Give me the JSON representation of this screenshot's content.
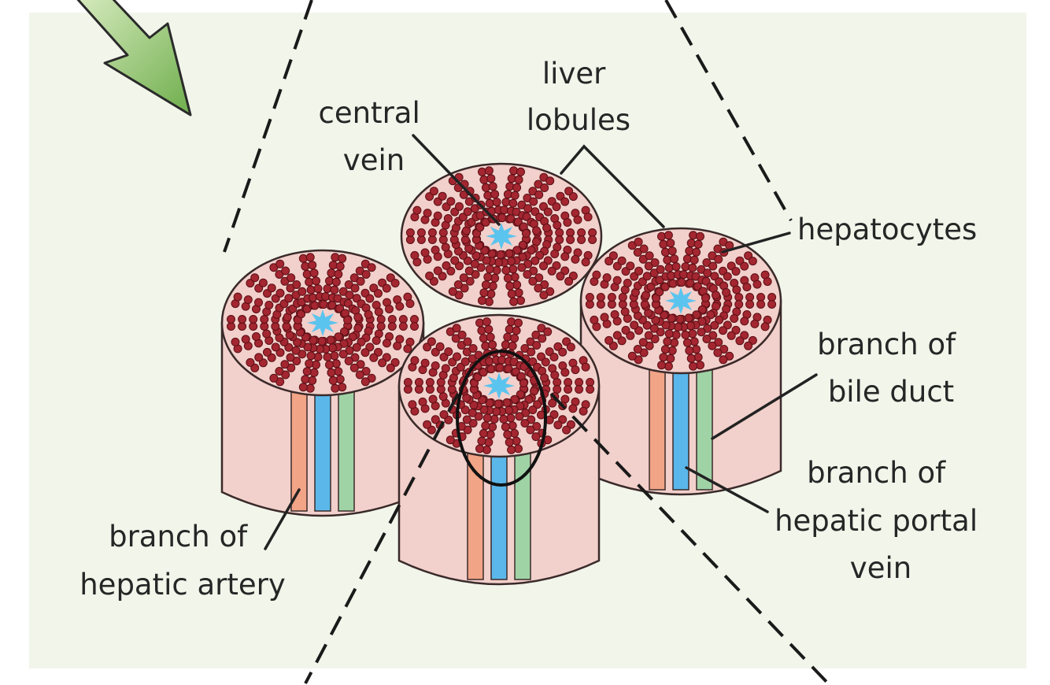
{
  "labels": {
    "liver_lobules": [
      "liver",
      "lobules"
    ],
    "central_vein": [
      "central",
      "vein"
    ],
    "hepatocytes": [
      "hepatocytes"
    ],
    "bile_duct": [
      "branch of",
      "bile duct"
    ],
    "portal_vein": [
      "branch of",
      "hepatic portal",
      "vein"
    ],
    "hepatic_artery": [
      "branch of",
      "hepatic artery"
    ]
  },
  "colors": {
    "background": "#f1f5ea",
    "lobule_tissue": "#f2d0cb",
    "hepatocyte": "#a32630",
    "central_vein": "#5bc4ee",
    "hepatic_artery_branch": "#f2a486",
    "portal_vein_branch": "#5bb7ea",
    "bile_duct_branch": "#9fd3a6",
    "pointer_arrow": "#7bb65a"
  }
}
